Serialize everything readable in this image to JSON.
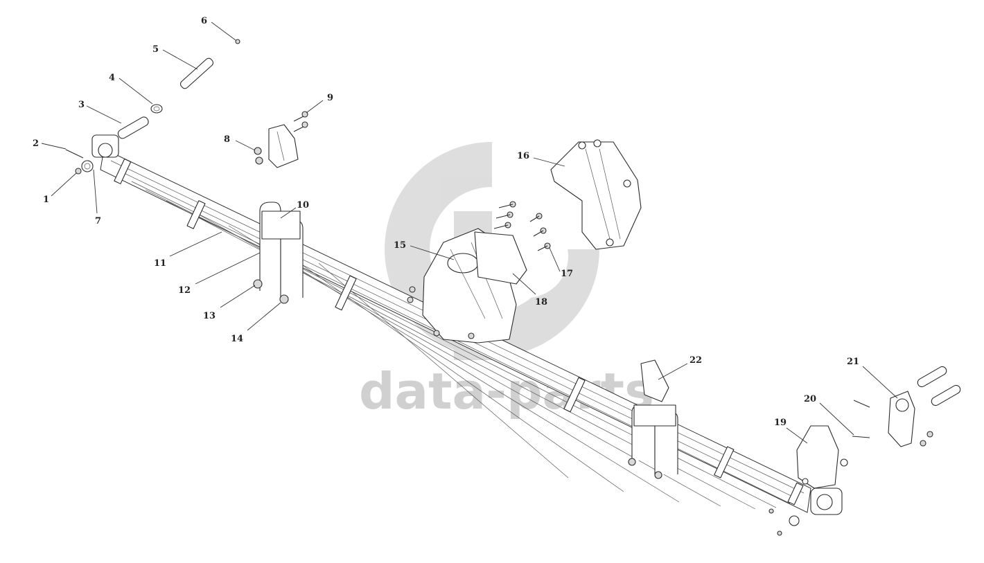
{
  "watermark": {
    "text": "data-parts",
    "color": "#d3d3d3"
  },
  "callouts": [
    "1",
    "2",
    "3",
    "4",
    "5",
    "6",
    "7",
    "8",
    "9",
    "10",
    "11",
    "12",
    "13",
    "14",
    "15",
    "16",
    "17",
    "18",
    "19",
    "20",
    "21",
    "22"
  ]
}
